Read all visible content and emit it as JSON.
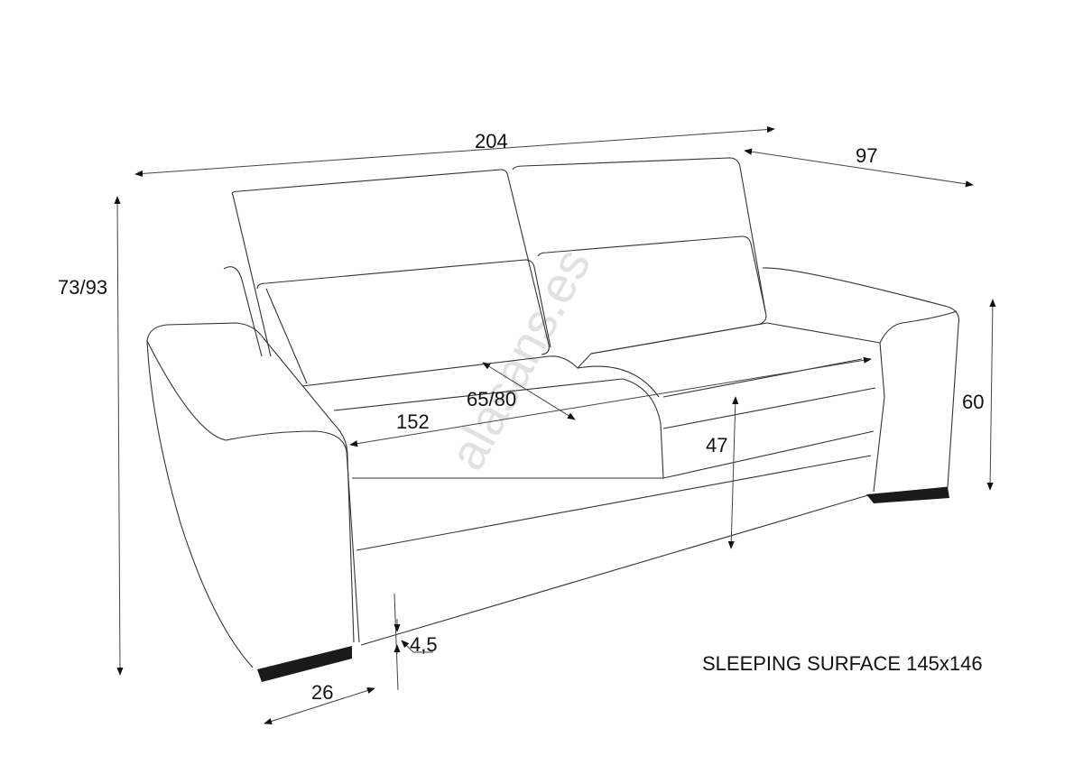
{
  "dimensions": {
    "width": "204",
    "depth": "97",
    "height": "73/93",
    "arm_height": "60",
    "seat_depth": "65/80",
    "seat_width": "152",
    "seat_height": "47",
    "leg_height": "4,5",
    "arm_width": "26"
  },
  "note": "SLEEPING SURFACE 145x146",
  "watermark": "alasans.es",
  "colors": {
    "line": "#333333",
    "leg": "#1a1a1a"
  }
}
